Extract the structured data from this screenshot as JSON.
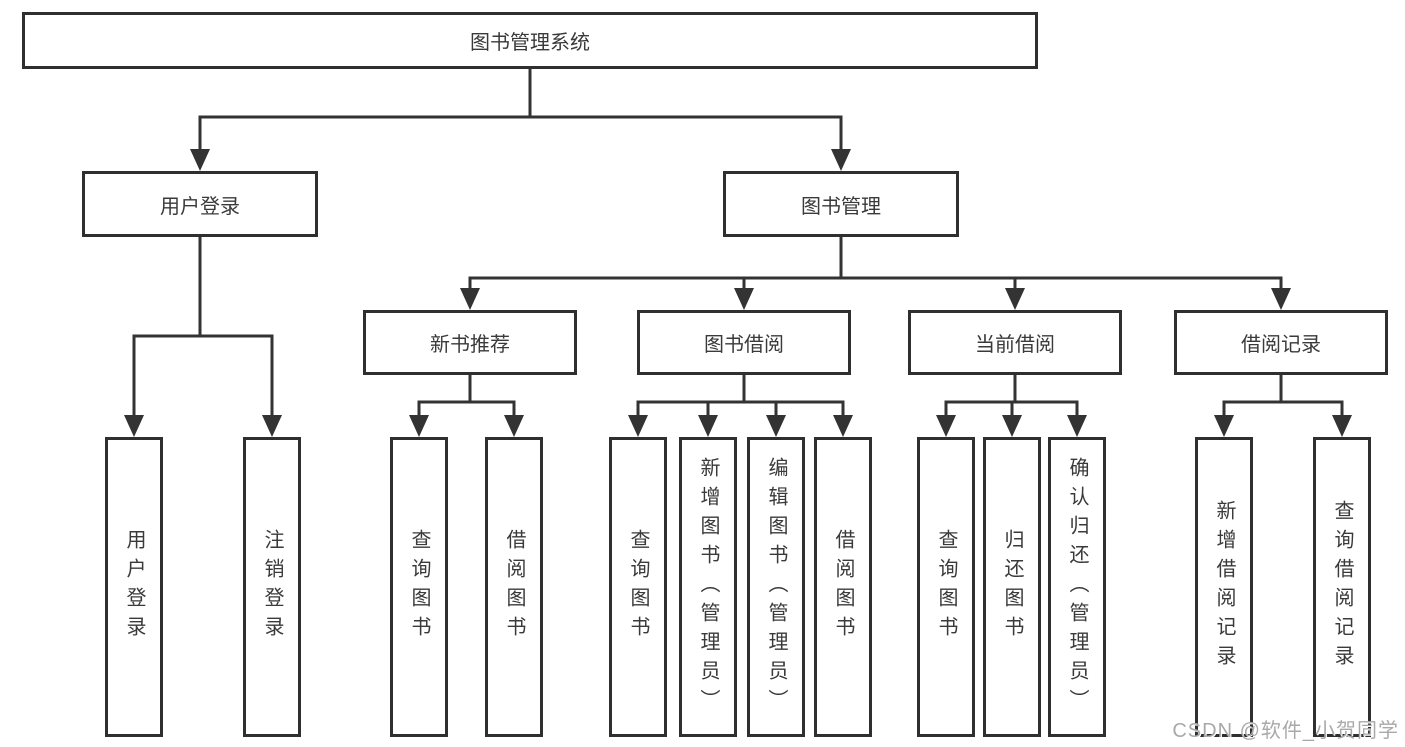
{
  "tree": {
    "root": {
      "label": "图书管理系统"
    },
    "branches": [
      {
        "label": "用户登录",
        "children": [
          {
            "label": "用户登录"
          },
          {
            "label": "注销登录"
          }
        ]
      },
      {
        "label": "图书管理",
        "children": [
          {
            "label": "新书推荐",
            "children": [
              {
                "label": "查询图书"
              },
              {
                "label": "借阅图书"
              }
            ]
          },
          {
            "label": "图书借阅",
            "children": [
              {
                "label": "查询图书"
              },
              {
                "label": "新增图书（管理员）"
              },
              {
                "label": "编辑图书（管理员）"
              },
              {
                "label": "借阅图书"
              }
            ]
          },
          {
            "label": "当前借阅",
            "children": [
              {
                "label": "查询图书"
              },
              {
                "label": "归还图书"
              },
              {
                "label": "确认归还（管理员）"
              }
            ]
          },
          {
            "label": "借阅记录",
            "children": [
              {
                "label": "新增借阅记录"
              },
              {
                "label": "查询借阅记录"
              }
            ]
          }
        ]
      }
    ]
  },
  "watermark": {
    "text": "CSDN @软件_小贺同学"
  },
  "colors": {
    "line": "#333333",
    "border": "#2f2f2f",
    "text": "#3a3a3a",
    "background": "#ffffff",
    "watermark": "#a9a9a9"
  }
}
